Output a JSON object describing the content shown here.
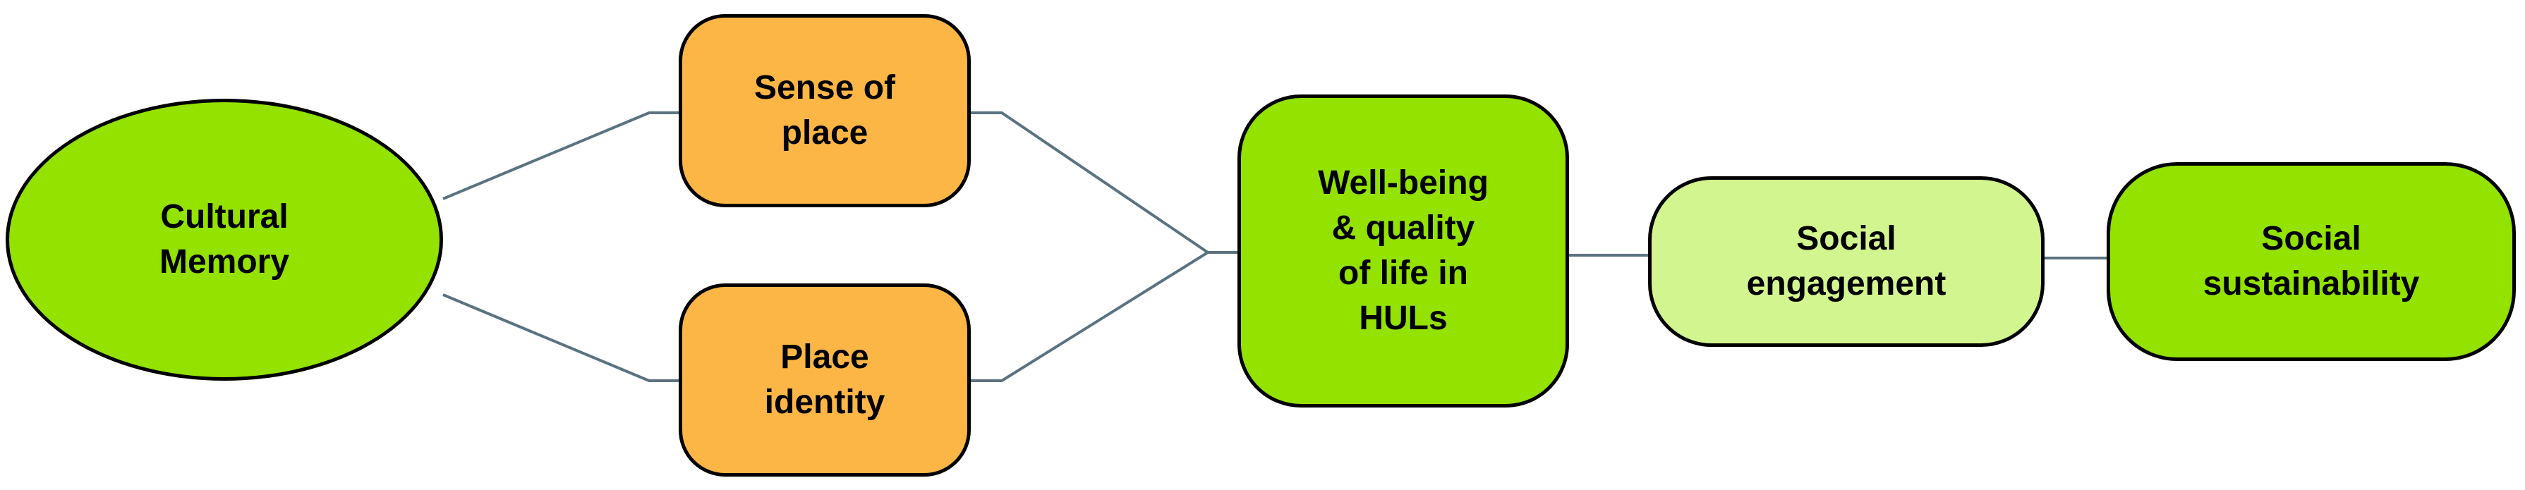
{
  "nodes": {
    "cultural_memory": {
      "label": "Cultural\nMemory"
    },
    "sense_of_place": {
      "label": "Sense of\nplace"
    },
    "place_identity": {
      "label": "Place\nidentity"
    },
    "wellbeing": {
      "label": "Well-being\n& quality\nof life in\nHULs"
    },
    "social_engagement": {
      "label": "Social\nengagement"
    },
    "social_sustainability": {
      "label": "Social\nsustainability"
    }
  },
  "colors": {
    "green": "#93e200",
    "light_green": "#d3f58f",
    "orange": "#fbb646",
    "connector": "#5b7280",
    "outline": "#000000"
  }
}
